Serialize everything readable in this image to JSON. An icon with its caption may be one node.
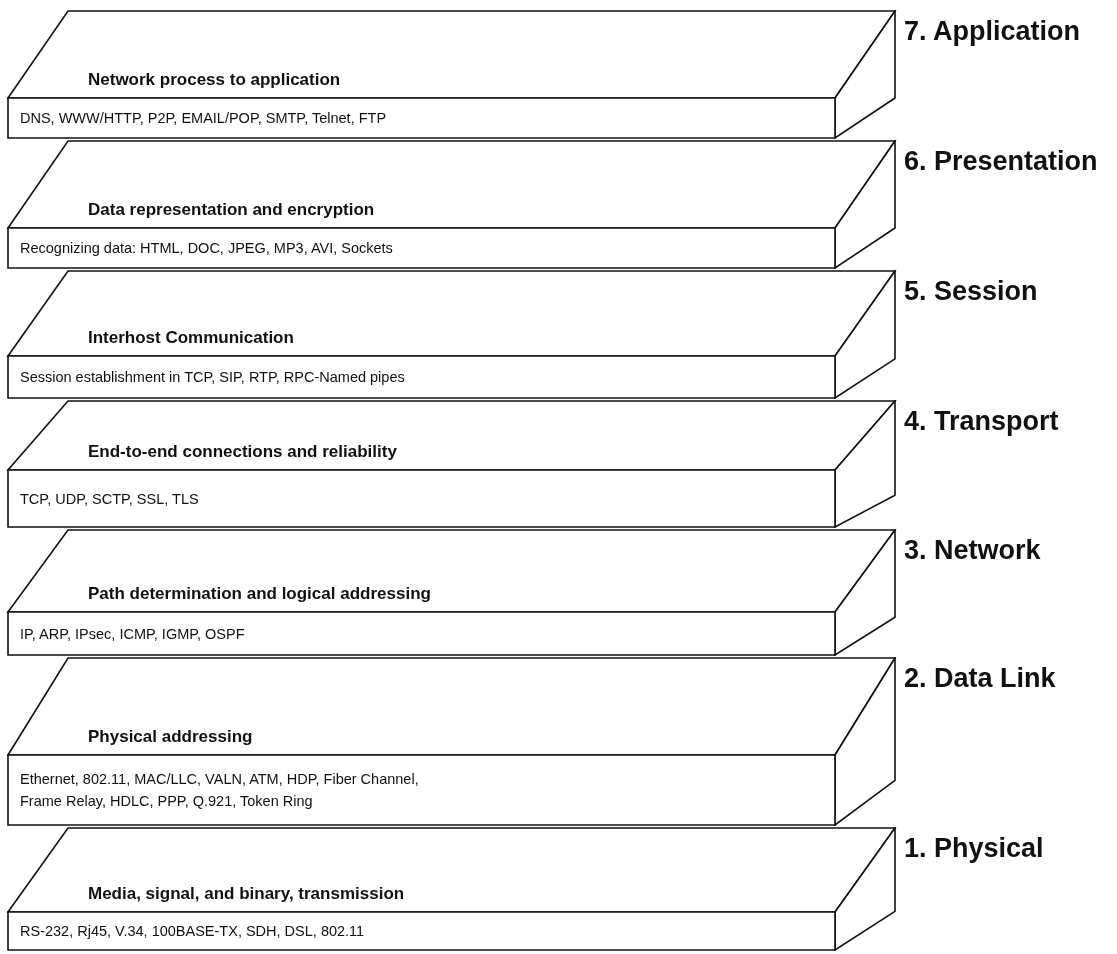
{
  "diagram": {
    "nodes": [
      {
        "text": [
          "Network process to application",
          "DNS, WWW/HTTP, P2P, EMAIL/POP, SMTP, Telnet, FTP"
        ],
        "beside": [
          "7. Application"
        ]
      },
      {
        "text": [
          "Data representation and encryption",
          "Recognizing data: HTML, DOC, JPEG, MP3, AVI, Sockets"
        ],
        "beside": [
          "6. Presentation"
        ]
      },
      {
        "text": [
          "Interhost Communication",
          "Session establishment in TCP, SIP, RTP, RPC-Named pipes"
        ],
        "beside": [
          "5. Session"
        ]
      },
      {
        "text": [
          "End-to-end connections and reliability",
          "TCP, UDP, SCTP, SSL, TLS"
        ],
        "beside": [
          "4. Transport"
        ]
      },
      {
        "text": [
          "Path determination and logical addressing",
          "IP, ARP, IPsec, ICMP, IGMP, OSPF"
        ],
        "beside": [
          "3. Network"
        ]
      },
      {
        "text": [
          "Physical addressing",
          "Ethernet, 802.11, MAC/LLC, VALN, ATM, HDP, Fiber Channel, Frame Relay, HDLC, PPP, Q.921, Token Ring"
        ],
        "beside": [
          "2. Data Link"
        ]
      },
      {
        "text": [
          "Media, signal, and binary, transmission",
          "RS-232, Rj45, V.34, 100BASE-TX, SDH, DSL, 802.11"
        ],
        "beside": [
          "1. Physical"
        ]
      }
    ],
    "edges": []
  }
}
